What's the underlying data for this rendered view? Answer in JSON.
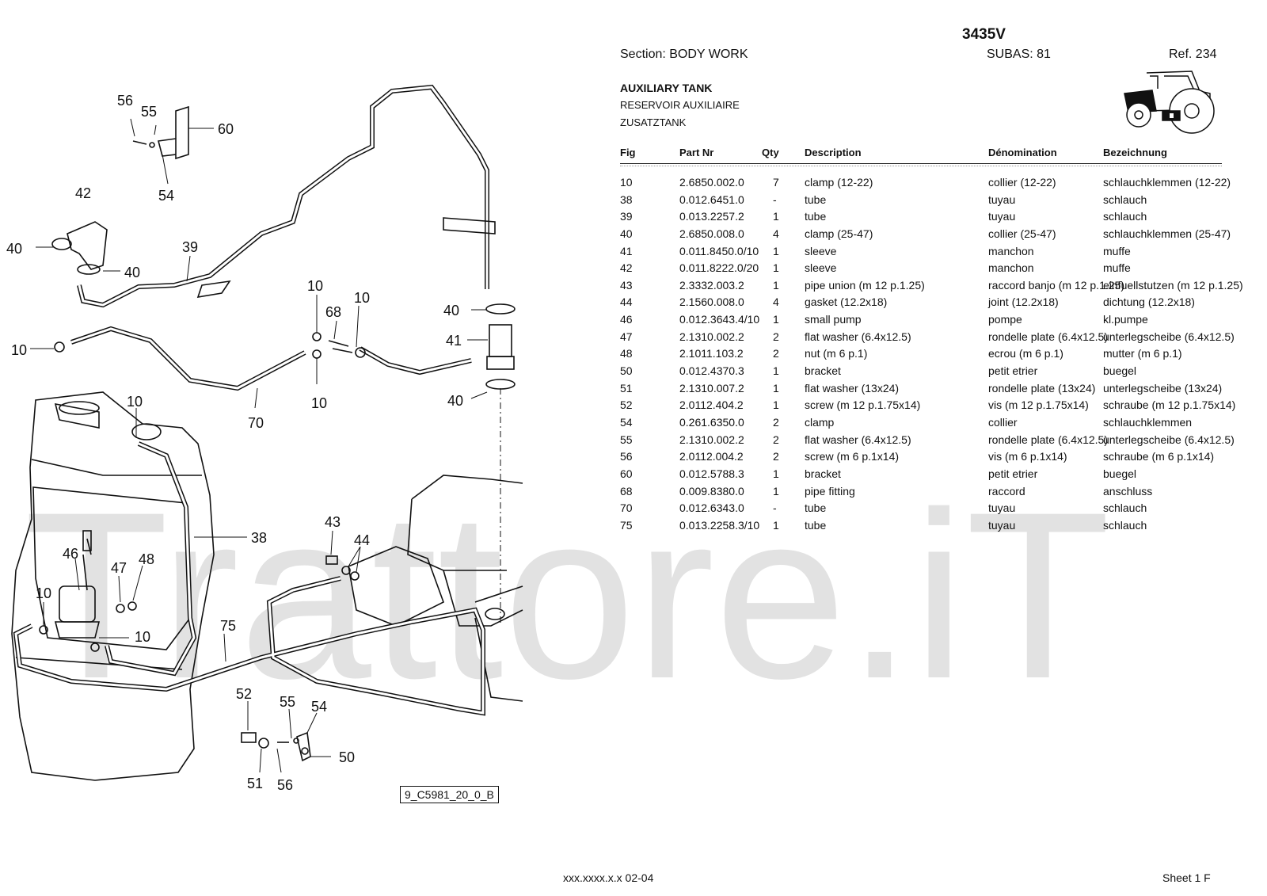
{
  "header": {
    "model": "3435V",
    "section": "Section: BODY  WORK",
    "subas": "SUBAS: 81",
    "ref": "Ref. 234",
    "title_en": "AUXILIARY TANK",
    "title_fr": "RESERVOIR AUXILIAIRE",
    "title_de": "ZUSATZTANK"
  },
  "columns": {
    "fig": "Fig",
    "part": "Part Nr",
    "qty": "Qty",
    "desc": "Description",
    "den": "Dénomination",
    "bez": "Bezeichnung"
  },
  "parts": [
    {
      "fig": "10",
      "part": "2.6850.002.0",
      "qty": "7",
      "desc": "clamp (12-22)",
      "den": "collier (12-22)",
      "bez": "schlauchklemmen (12-22)"
    },
    {
      "fig": "38",
      "part": "0.012.6451.0",
      "qty": "-",
      "desc": "tube",
      "den": "tuyau",
      "bez": "schlauch"
    },
    {
      "fig": "39",
      "part": "0.013.2257.2",
      "qty": "1",
      "desc": "tube",
      "den": "tuyau",
      "bez": "schlauch"
    },
    {
      "fig": "40",
      "part": "2.6850.008.0",
      "qty": "4",
      "desc": "clamp (25-47)",
      "den": "collier (25-47)",
      "bez": "schlauchklemmen (25-47)"
    },
    {
      "fig": "41",
      "part": "0.011.8450.0/10",
      "qty": "1",
      "desc": "sleeve",
      "den": "manchon",
      "bez": "muffe"
    },
    {
      "fig": "42",
      "part": "0.011.8222.0/20",
      "qty": "1",
      "desc": "sleeve",
      "den": "manchon",
      "bez": "muffe"
    },
    {
      "fig": "43",
      "part": "2.3332.003.2",
      "qty": "1",
      "desc": "pipe union (m 12 p.1.25)",
      "den": "raccord banjo (m 12 p.1.25)",
      "bez": "einfuellstutzen (m 12 p.1.25)"
    },
    {
      "fig": "44",
      "part": "2.1560.008.0",
      "qty": "4",
      "desc": "gasket (12.2x18)",
      "den": "joint (12.2x18)",
      "bez": "dichtung (12.2x18)"
    },
    {
      "fig": "46",
      "part": "0.012.3643.4/10",
      "qty": "1",
      "desc": "small pump",
      "den": "pompe",
      "bez": "kl.pumpe"
    },
    {
      "fig": "47",
      "part": "2.1310.002.2",
      "qty": "2",
      "desc": "flat washer (6.4x12.5)",
      "den": "rondelle plate (6.4x12.5)",
      "bez": "unterlegscheibe (6.4x12.5)"
    },
    {
      "fig": "48",
      "part": "2.1011.103.2",
      "qty": "2",
      "desc": "nut (m 6 p.1)",
      "den": "ecrou (m 6 p.1)",
      "bez": "mutter (m 6 p.1)"
    },
    {
      "fig": "50",
      "part": "0.012.4370.3",
      "qty": "1",
      "desc": "bracket",
      "den": "petit etrier",
      "bez": "buegel"
    },
    {
      "fig": "51",
      "part": "2.1310.007.2",
      "qty": "1",
      "desc": "flat washer (13x24)",
      "den": "rondelle plate (13x24)",
      "bez": "unterlegscheibe (13x24)"
    },
    {
      "fig": "52",
      "part": "2.0112.404.2",
      "qty": "1",
      "desc": "screw (m 12 p.1.75x14)",
      "den": "vis (m 12 p.1.75x14)",
      "bez": "schraube (m 12 p.1.75x14)"
    },
    {
      "fig": "54",
      "part": "0.261.6350.0",
      "qty": "2",
      "desc": "clamp",
      "den": "collier",
      "bez": "schlauchklemmen"
    },
    {
      "fig": "55",
      "part": "2.1310.002.2",
      "qty": "2",
      "desc": "flat washer (6.4x12.5)",
      "den": "rondelle plate (6.4x12.5)",
      "bez": "unterlegscheibe (6.4x12.5)"
    },
    {
      "fig": "56",
      "part": "2.0112.004.2",
      "qty": "2",
      "desc": "screw (m 6 p.1x14)",
      "den": "vis (m 6 p.1x14)",
      "bez": "schraube (m 6 p.1x14)"
    },
    {
      "fig": "60",
      "part": "0.012.5788.3",
      "qty": "1",
      "desc": "bracket",
      "den": "petit etrier",
      "bez": "buegel"
    },
    {
      "fig": "68",
      "part": "0.009.8380.0",
      "qty": "1",
      "desc": "pipe fitting",
      "den": "raccord",
      "bez": "anschluss"
    },
    {
      "fig": "70",
      "part": "0.012.6343.0",
      "qty": "-",
      "desc": "tube",
      "den": "tuyau",
      "bez": "schlauch"
    },
    {
      "fig": "75",
      "part": "0.013.2258.3/10",
      "qty": "1",
      "desc": "tube",
      "den": "tuyau",
      "bez": "schlauch"
    }
  ],
  "diagram": {
    "labels": {
      "l56a": "56",
      "l55a": "55",
      "l60": "60",
      "l54a": "54",
      "l42": "42",
      "l40a": "40",
      "l40b": "40",
      "l39": "39",
      "l10a": "10",
      "l10b": "10",
      "l68": "68",
      "l10c": "10",
      "l10d": "10",
      "l70": "70",
      "l40c": "40",
      "l41": "41",
      "l40d": "40",
      "l10e": "10",
      "l38": "38",
      "l43": "43",
      "l44": "44",
      "l46": "46",
      "l47": "47",
      "l48": "48",
      "l10f": "10",
      "l10g": "10",
      "l75": "75",
      "l52": "52",
      "l55b": "55",
      "l54b": "54",
      "l50": "50",
      "l51": "51",
      "l56b": "56"
    },
    "figure_code": "9_C5981_20_0_B",
    "watermark": "Trattore.iT"
  },
  "footer": {
    "code": "xxx.xxxx.x.x  02-04",
    "sheet": "Sheet 1 F"
  }
}
